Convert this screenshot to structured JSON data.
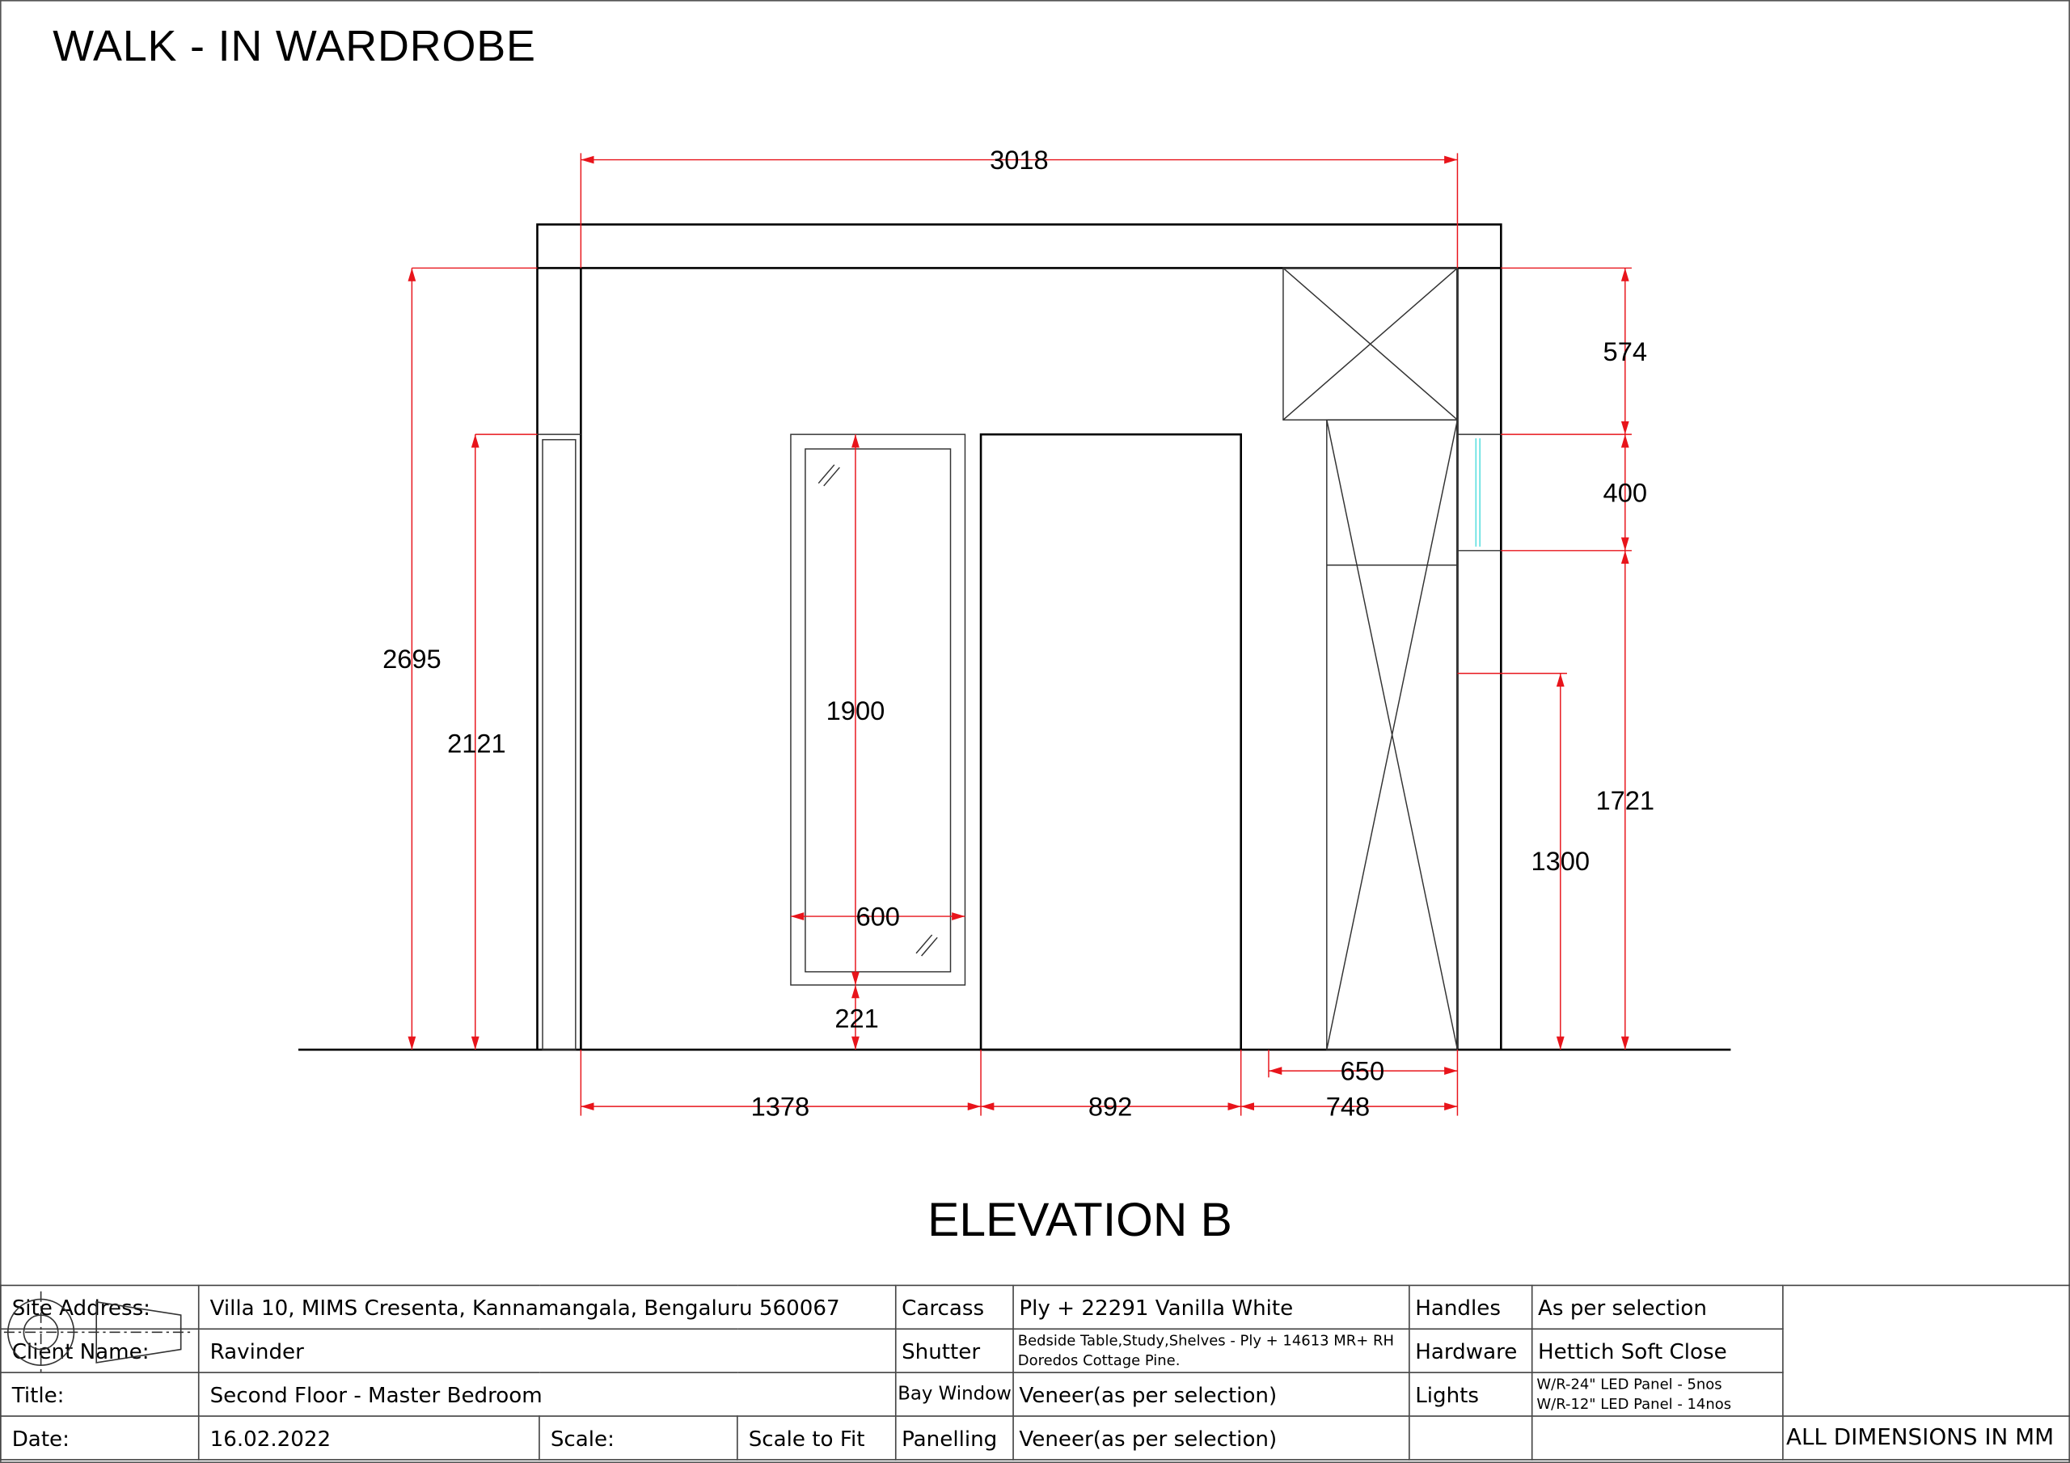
{
  "title": "WALK - IN WARDROBE",
  "subtitle": "ELEVATION B",
  "dimensions": {
    "overall_width": "3018",
    "overall_height": "2695",
    "left_panel_height": "2121",
    "mirror_height": "1900",
    "mirror_width": "600",
    "mirror_base": "221",
    "loft_height": "574",
    "window_height": "400",
    "unit_height": "1721",
    "shelf_height": "1300",
    "unit_width": "650",
    "seg_left": "1378",
    "seg_door": "892",
    "seg_right": "748"
  },
  "title_block": {
    "site_label": "Site Address:",
    "site_value": "Villa 10, MIMS Cresenta, Kannamangala, Bengaluru 560067",
    "client_label": "Client Name:",
    "client_value": "Ravinder",
    "title_label": "Title:",
    "title_value": "Second Floor - Master Bedroom",
    "date_label": "Date:",
    "date_value": "16.02.2022",
    "scale_label": "Scale:",
    "scale_value": "Scale to Fit",
    "carcass_label": "Carcass",
    "carcass_value": "Ply + 22291 Vanilla White",
    "shutter_label": "Shutter",
    "shutter_value_1": "Bedside Table,Study,Shelves - Ply + 14613 MR+ RH",
    "shutter_value_2": "Doredos Cottage Pine.",
    "bay_label": "Bay Window",
    "bay_value": "Veneer(as per selection)",
    "panelling_label": "Panelling",
    "panelling_value": "Veneer(as per selection)",
    "handles_label": "Handles",
    "handles_value": "As per selection",
    "hardware_label": "Hardware",
    "hardware_value": "Hettich Soft Close",
    "lights_label": "Lights",
    "lights_value_1": "W/R-24\" LED Panel - 5nos",
    "lights_value_2": "W/R-12\" LED Panel - 14nos",
    "note": "ALL DIMENSIONS IN MM"
  },
  "colors": {
    "dimension": "#e8141b",
    "line": "#000000",
    "glass": "#5fe0e0"
  }
}
